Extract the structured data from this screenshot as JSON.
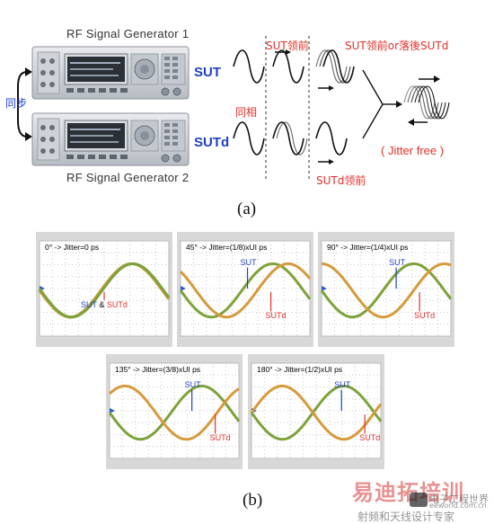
{
  "part_a": {
    "generator1_label": "RF Signal Generator 1",
    "generator2_label": "RF Signal Generator 2",
    "sync_label": "同步",
    "sut_label": "SUT",
    "sutd_label": "SUTd",
    "in_phase_label": "同相",
    "sut_lead_label": "SUT领前",
    "sutd_lead_label": "SUTd领前",
    "sut_lead_or_lag_label": "SUT领前or落後SUTd",
    "jitter_free_label": "( Jitter free )",
    "caption": "(a)"
  },
  "part_b": {
    "panels": [
      {
        "title": "0° -> Jitter=0 ps",
        "sut_label": "SUT",
        "combined_label": "SUT & SUTd",
        "and_label": "&"
      },
      {
        "title": "45° -> Jitter=(1/8)xUI ps",
        "sut_label": "SUT",
        "sutd_label": "SUTd"
      },
      {
        "title": "90° -> Jitter=(1/4)xUI ps",
        "sut_label": "SUT",
        "sutd_label": "SUTd"
      },
      {
        "title": "135° -> Jitter=(3/8)xUI ps",
        "sut_label": "SUT",
        "sutd_label": "SUTd"
      },
      {
        "title": "180° -> Jitter=(1/2)xUI ps",
        "sut_label": "SUT",
        "sutd_label": "SUTd"
      }
    ],
    "caption": "(b)"
  },
  "watermark": {
    "big_text": "易迪拓培训",
    "brand_text": "电子工程世界",
    "site_text": "eeworld.com.cn",
    "bottom_text": "射频和天线设计专家"
  },
  "colors": {
    "sut_blue": "#1d3fcc",
    "sutd_red": "#e4302a",
    "trace_green": "#7da23a",
    "trace_orange": "#d69a3c",
    "scope_bg": "#ffffff",
    "scope_frame": "#d8d8d8"
  }
}
